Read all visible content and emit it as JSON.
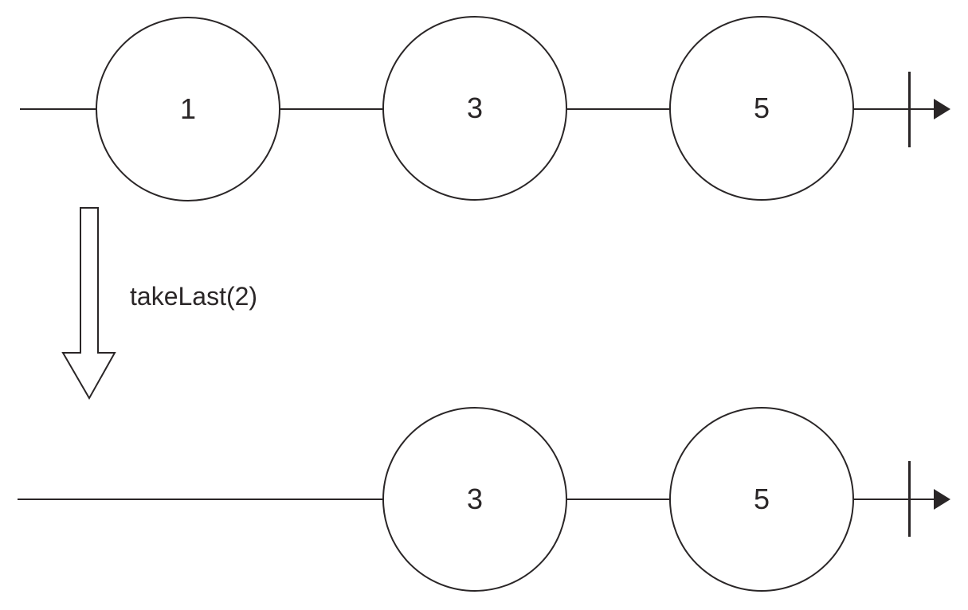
{
  "diagram": {
    "type": "marble-diagram",
    "operator_label": "takeLast(2)",
    "stroke_color": "#2a2627",
    "background_color": "#ffffff",
    "input_stream": {
      "marbles": [
        {
          "value": "1"
        },
        {
          "value": "3"
        },
        {
          "value": "5"
        }
      ],
      "terminal": "complete"
    },
    "output_stream": {
      "marbles": [
        {
          "value": "3"
        },
        {
          "value": "5"
        }
      ],
      "terminal": "complete"
    }
  }
}
